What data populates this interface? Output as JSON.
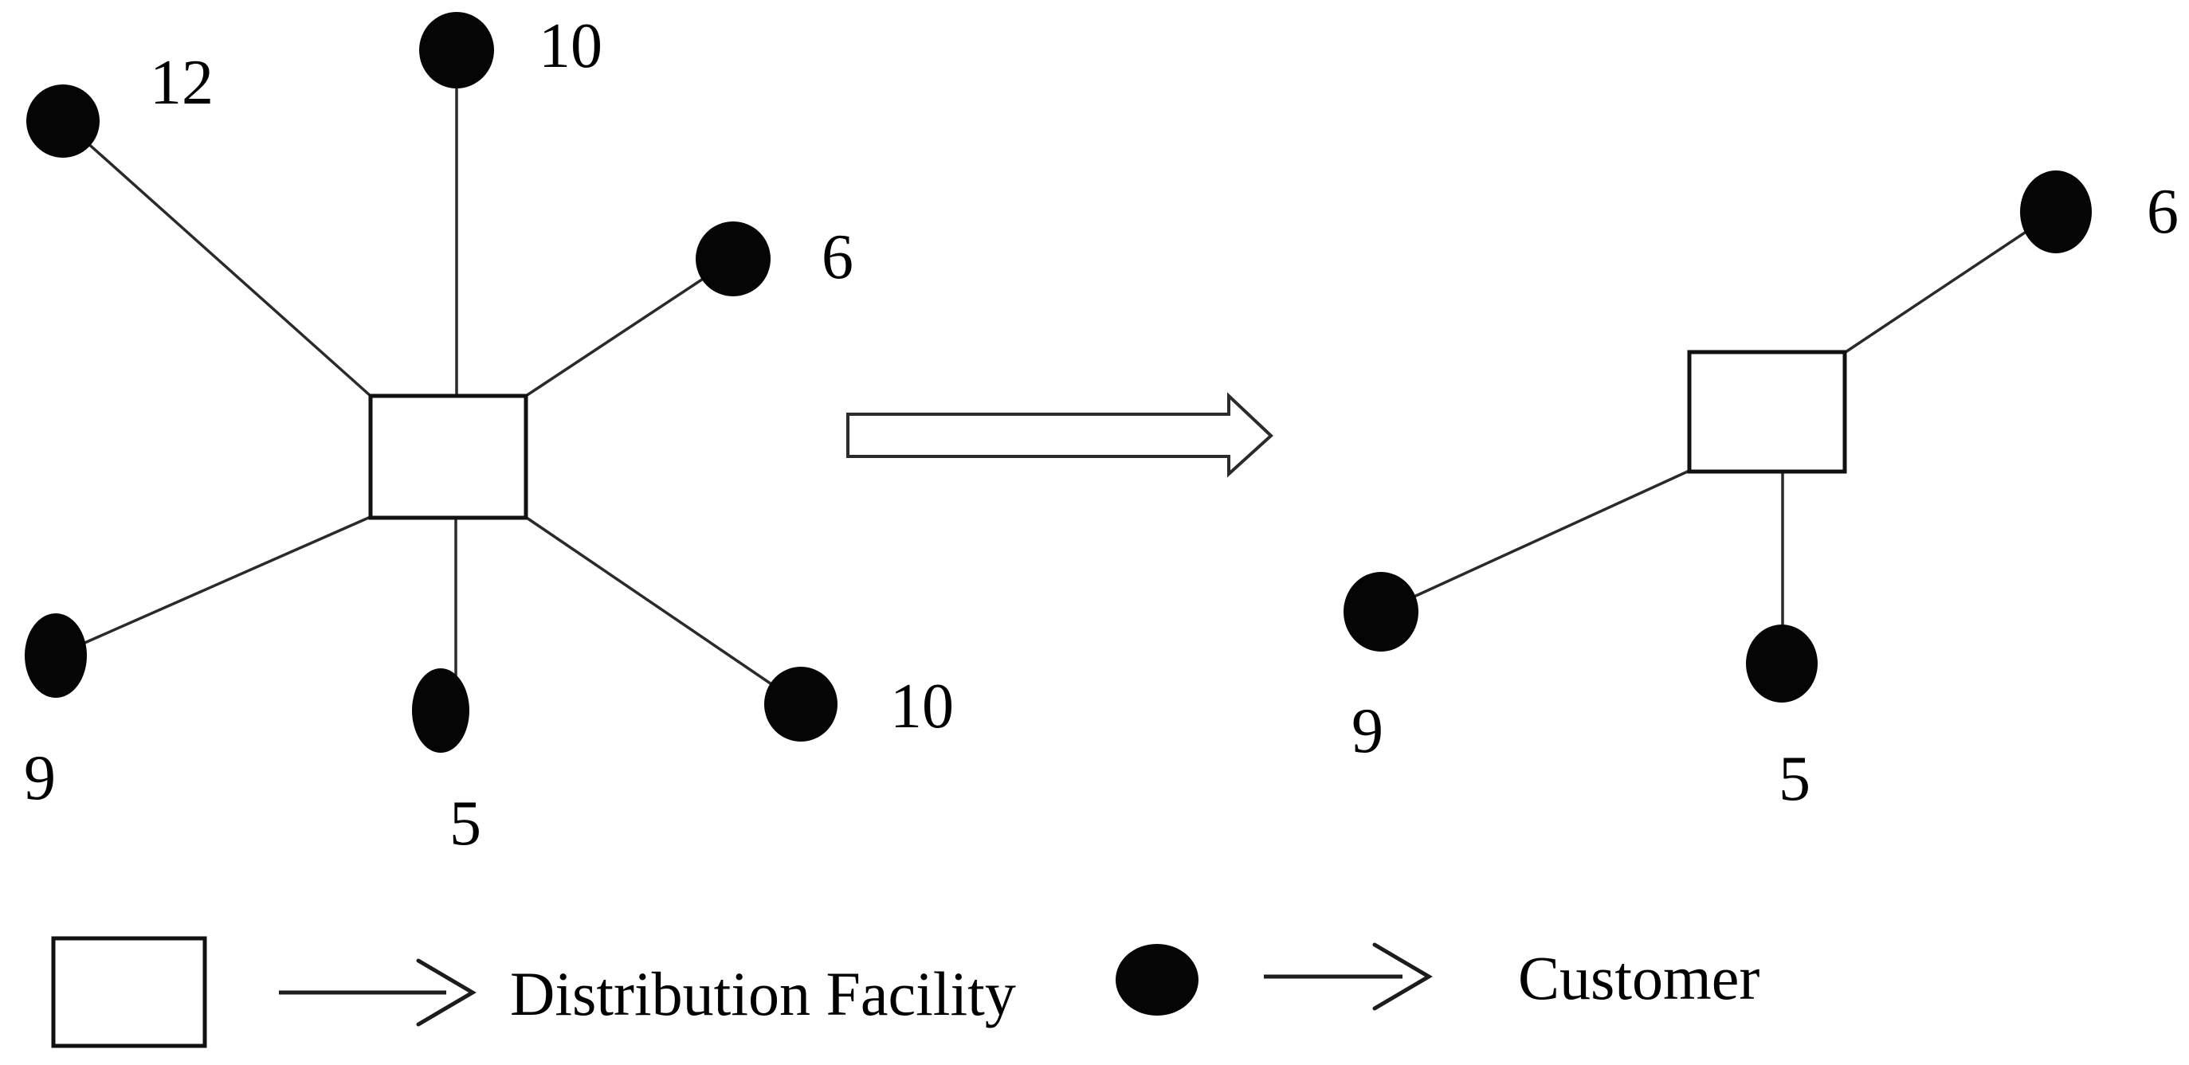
{
  "left_network": {
    "facility": {
      "symbol": "square-outline"
    },
    "customers": [
      {
        "id": "top-left",
        "demand": "12"
      },
      {
        "id": "top",
        "demand": "10"
      },
      {
        "id": "right",
        "demand": "6"
      },
      {
        "id": "bottom-left",
        "demand": "9"
      },
      {
        "id": "bottom",
        "demand": "5"
      },
      {
        "id": "bottom-right",
        "demand": "10"
      }
    ]
  },
  "right_network": {
    "facility": {
      "symbol": "square-outline"
    },
    "customers": [
      {
        "id": "top-right",
        "demand": "6"
      },
      {
        "id": "left",
        "demand": "9"
      },
      {
        "id": "bottom",
        "demand": "5"
      }
    ]
  },
  "transform_arrow": {
    "symbol": "block-arrow-right"
  },
  "legend": {
    "facility_symbol": "square-outline",
    "facility_label": "Distribution Facility",
    "customer_symbol": "filled-ellipse",
    "customer_label": "Customer"
  },
  "colors": {
    "background": "#ffffff",
    "node_fill": "#050505",
    "stroke": "#111111"
  }
}
